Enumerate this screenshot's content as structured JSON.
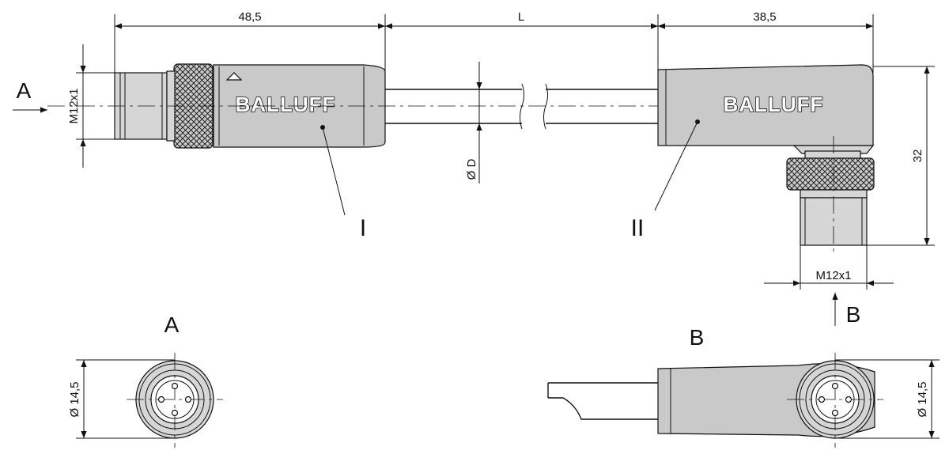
{
  "dimensions": {
    "top_left": "48,5",
    "top_mid": "L",
    "top_right": "38,5",
    "left_thread": "M12x1",
    "cable_dia": "Ø D",
    "right_height": "32",
    "bottom_thread": "M12x1",
    "view_a_dia": "Ø 14,5",
    "view_b_dia": "Ø 14,5"
  },
  "brand": {
    "logo_left": "BALLUFF",
    "logo_right": "BALLUFF"
  },
  "labels": {
    "part_one": "I",
    "part_two": "II",
    "arrow_a": "A",
    "arrow_b": "B",
    "view_a_title": "A",
    "view_b_title": "B"
  },
  "colors": {
    "body_fill": "#c9c9c9",
    "line": "#111111"
  }
}
